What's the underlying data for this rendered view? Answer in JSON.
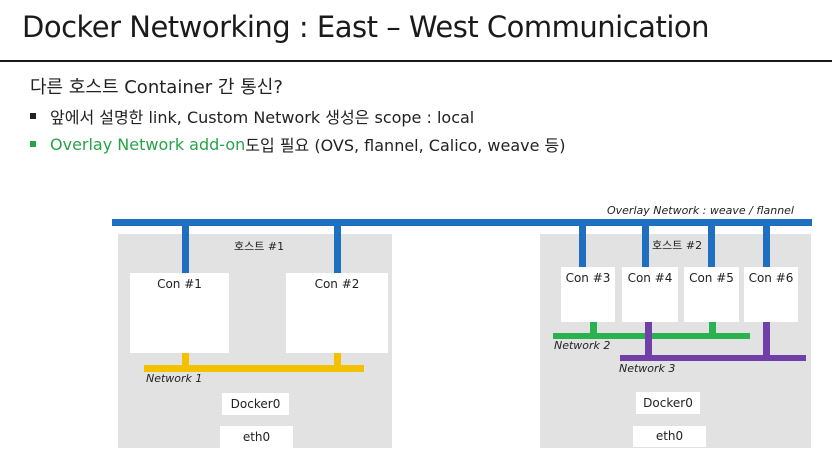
{
  "title": "Docker Networking : East – West Communication",
  "subtitle": "다른 호스트 Container 간 통신?",
  "bullets": [
    "앞에서 설명한 link, Custom Network 생성은 scope : local",
    {
      "highlight": "Overlay Network add-on",
      "rest": " 도입 필요 (OVS, flannel, Calico, weave 등)"
    }
  ],
  "diagram": {
    "overlay_label": "Overlay Network :  weave /  flannel",
    "host1": {
      "label": "호스트 #1",
      "containers": [
        "Con #1",
        "Con #2"
      ],
      "network_label": "Network  1",
      "bridge": "Docker0",
      "nic": "eth0"
    },
    "host2": {
      "label": "호스트 #2",
      "containers": [
        "Con #3",
        "Con #4",
        "Con #5",
        "Con #6"
      ],
      "network2_label": "Network  2",
      "network3_label": "Network  3",
      "bridge": "Docker0",
      "nic": "eth0"
    },
    "colors": {
      "overlay": "#1f6fc0",
      "network1": "#f2c200",
      "network2": "#2ab150",
      "network3": "#7040a8",
      "host_bg": "#e2e2e2"
    }
  }
}
